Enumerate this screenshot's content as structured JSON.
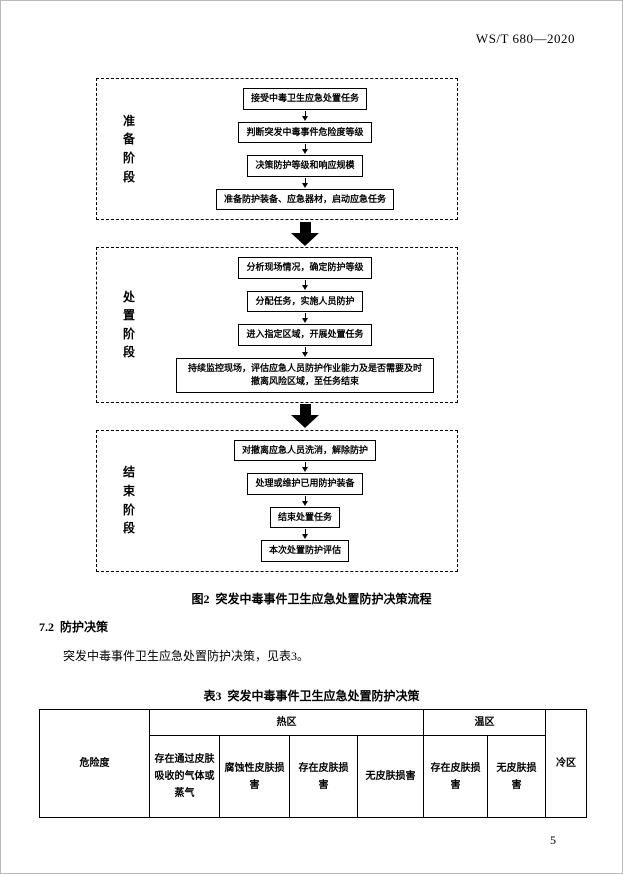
{
  "page": {
    "header_right": "WS/T 680—2020",
    "page_number": "5"
  },
  "flowchart": {
    "caption": "图2  突发中毒事件卫生应急处置防护决策流程",
    "phases": [
      {
        "label": "准备阶段",
        "steps": [
          "接受中毒卫生应急处置任务",
          "判断突发中毒事件危险度等级",
          "决策防护等级和响应规模",
          "准备防护装备、应急器材，启动应急任务"
        ]
      },
      {
        "label": "处置阶段",
        "steps": [
          "分析现场情况，确定防护等级",
          "分配任务，实施人员防护",
          "进入指定区域，开展处置任务",
          "持续监控现场，评估应急人员防护作业能力及是否需要及时撤离风险区域，至任务结束"
        ]
      },
      {
        "label": "结束阶段",
        "steps": [
          "对撤离应急人员洗消，解除防护",
          "处理或维护已用防护装备",
          "结束处置任务",
          "本次处置防护评估"
        ]
      }
    ]
  },
  "section": {
    "heading": "7.2  防护决策",
    "body": "突发中毒事件卫生应急处置防护决策，见表3。"
  },
  "table": {
    "caption": "表3  突发中毒事件卫生应急处置防护决策",
    "col_risk": "危险度",
    "group_hot": "热区",
    "group_warm": "温区",
    "col_cold": "冷区",
    "hot_subcols": [
      "存在通过皮肤吸收的气体或蒸气",
      "腐蚀性皮肤损害",
      "存在皮肤损害",
      "无皮肤损害"
    ],
    "warm_subcols": [
      "存在皮肤损害",
      "无皮肤损害"
    ]
  }
}
